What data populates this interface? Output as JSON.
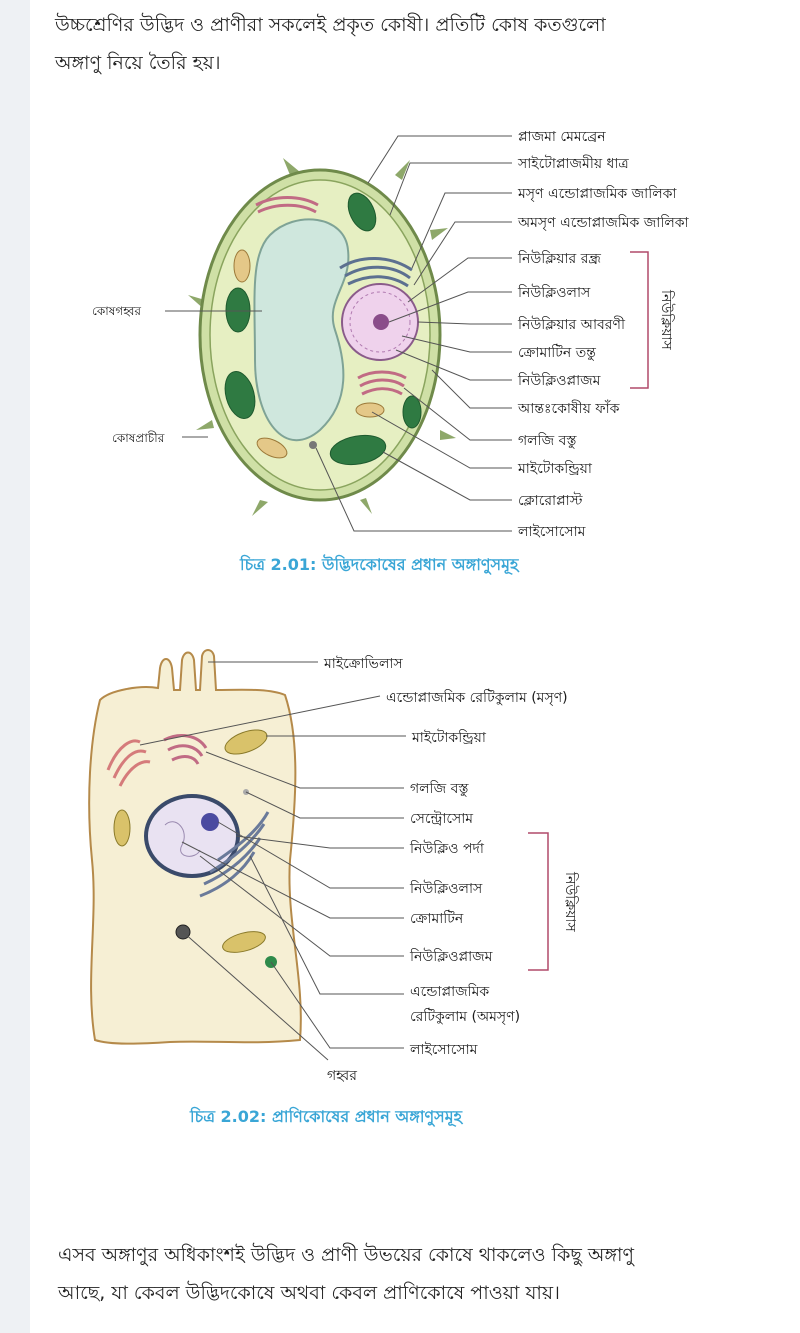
{
  "intro_text": "উচ্চশ্রেণির উদ্ভিদ ও প্রাণীরা সকলেই প্রকৃত কোষী। প্রতিটি কোষ কতগুলো\nঅঙ্গাণু নিয়ে তৈরি হয়।",
  "figure1": {
    "caption": "চিত্র 2.01: উদ্ভিদকোষের প্রধান অঙ্গাণুসমূহ",
    "left_labels": {
      "vacuole": "কোষগহ্বর",
      "cell_wall": "কোষপ্রাচীর"
    },
    "right_labels": [
      "প্লাজমা মেমব্রেন",
      "সাইটোপ্লাজমীয় ধাত্র",
      "মসৃণ এন্ডোপ্লাজমিক জালিকা",
      "অমসৃণ এন্ডোপ্লাজমিক জালিকা",
      "নিউক্লিয়ার রন্ধ্র",
      "নিউক্লিওলাস",
      "নিউক্লিয়ার আবরণী",
      "ক্রোমাটিন তন্তু",
      "নিউক্লিওপ্লাজম",
      "আন্তঃকোষীয় ফাঁক",
      "গলজি বস্তু",
      "মাইটোকন্ড্রিয়া",
      "ক্লোরোপ্লাস্ট",
      "লাইসোসোম"
    ],
    "group_label": "নিউক্লিয়াস"
  },
  "figure2": {
    "caption": "চিত্র 2.02: প্রাণিকোষের প্রধান অঙ্গাণুসমূহ",
    "right_labels": [
      "মাইক্রোভিলাস",
      "এন্ডোপ্লাজমিক রেটিকুলাম (মসৃণ)",
      "মাইটোকন্ড্রিয়া",
      "গলজি বস্তু",
      "সেন্ট্রোসোম",
      "নিউক্লিও পর্দা",
      "নিউক্লিওলাস",
      "ক্রোমাটিন",
      "নিউক্লিওপ্লাজম",
      "এন্ডোপ্লাজমিক",
      "রেটিকুলাম (অমসৃণ)",
      "লাইসোসোম"
    ],
    "bottom_label": "গহ্বর",
    "group_label": "নিউক্লিয়াস"
  },
  "outro_text": "এসব অঙ্গাণুর অধিকাংশই উদ্ভিদ ও প্রাণী উভয়ের কোষে থাকলেও কিছু অঙ্গাণু\nআছে, যা কেবল উদ্ভিদকোষে অথবা কেবল প্রাণিকোষে পাওয়া যায়।",
  "colors": {
    "caption": "#3aa6d6",
    "bracket": "#b04a6a",
    "plant_cell": "#e6efc2",
    "animal_cell": "#f6efd4"
  }
}
